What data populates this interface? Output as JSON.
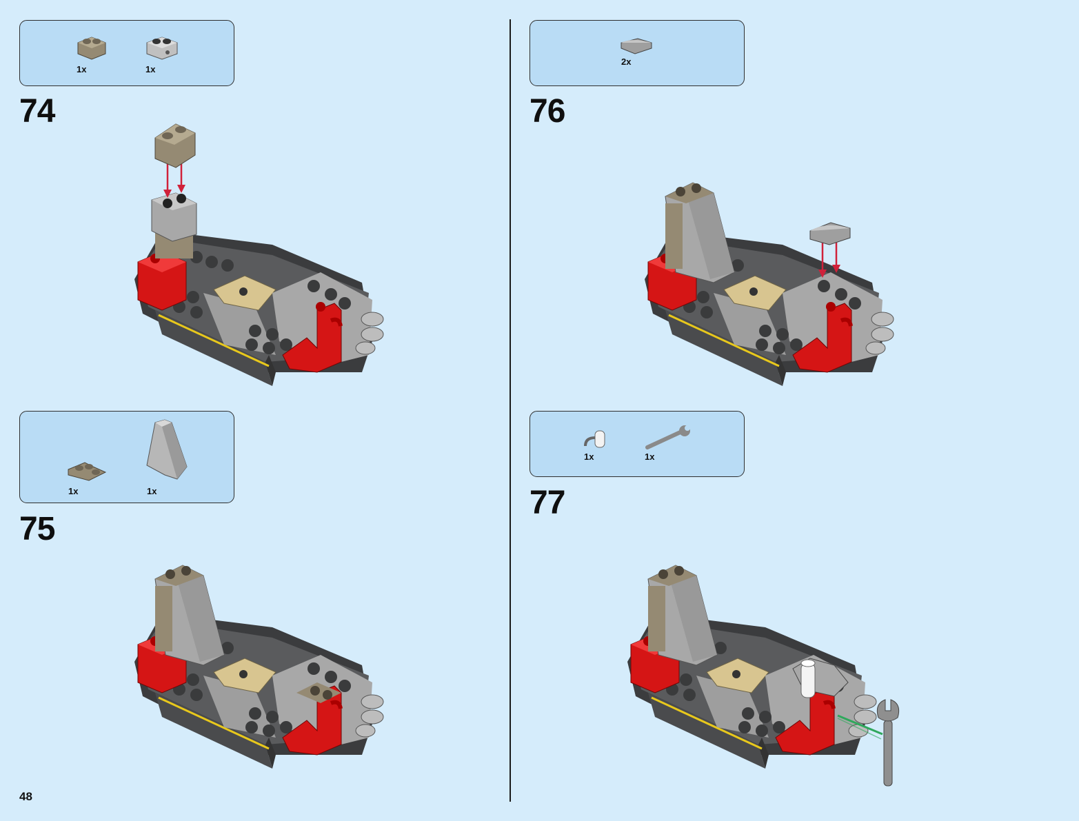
{
  "page": {
    "number": "48"
  },
  "colors": {
    "background": "#d5ecfb",
    "parts_box": "#b9dcf5",
    "red_brick": "#d51515",
    "light_gray": "#a8a8a8",
    "dark_gray": "#58595b",
    "tan": "#d8c590",
    "dark_tan": "#958a73",
    "arrow": "#d0213a",
    "assembly_line": "#2fa85c"
  },
  "steps": [
    {
      "number": "74",
      "parts": [
        {
          "qty": "1x",
          "icon": "dark-tan-brick-1x2"
        },
        {
          "qty": "1x",
          "icon": "light-gray-brick-1x2-technic"
        }
      ]
    },
    {
      "number": "75",
      "parts": [
        {
          "qty": "1x",
          "icon": "dark-tan-plate-corner"
        },
        {
          "qty": "1x",
          "icon": "light-gray-slope-tall"
        }
      ]
    },
    {
      "number": "76",
      "parts": [
        {
          "qty": "2x",
          "icon": "light-gray-curved-tile"
        }
      ]
    },
    {
      "number": "77",
      "parts": [
        {
          "qty": "1x",
          "icon": "white-clip-bar"
        },
        {
          "qty": "1x",
          "icon": "gray-wrench"
        }
      ]
    }
  ]
}
